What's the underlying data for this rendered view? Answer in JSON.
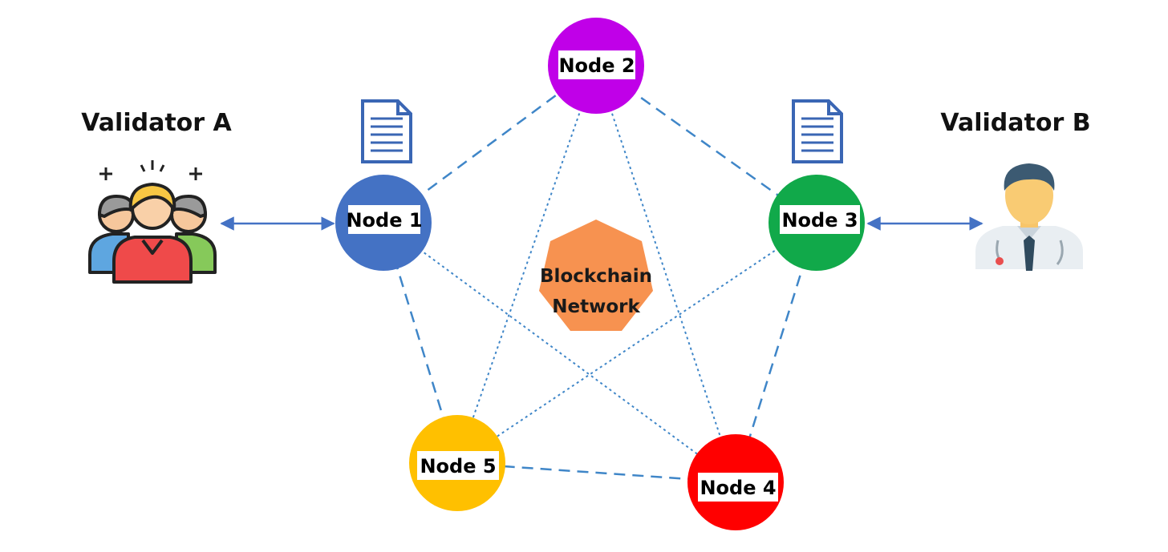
{
  "validators": {
    "a": {
      "title": "Validator A",
      "icon": "group-of-people-icon"
    },
    "b": {
      "title": "Validator B",
      "icon": "doctor-icon"
    }
  },
  "nodes": [
    {
      "id": "node1",
      "label": "Node 1",
      "color": "#4472C4"
    },
    {
      "id": "node2",
      "label": "Node 2",
      "color": "#C000E8"
    },
    {
      "id": "node3",
      "label": "Node 3",
      "color": "#11A94A"
    },
    {
      "id": "node4",
      "label": "Node 4",
      "color": "#FF0000"
    },
    {
      "id": "node5",
      "label": "Node 5",
      "color": "#FFC000"
    }
  ],
  "center": {
    "line1": "Blockchain",
    "line2": "Network",
    "color": "#F79250"
  },
  "colors": {
    "link": "#3F86C8",
    "arrow": "#4472C4"
  }
}
